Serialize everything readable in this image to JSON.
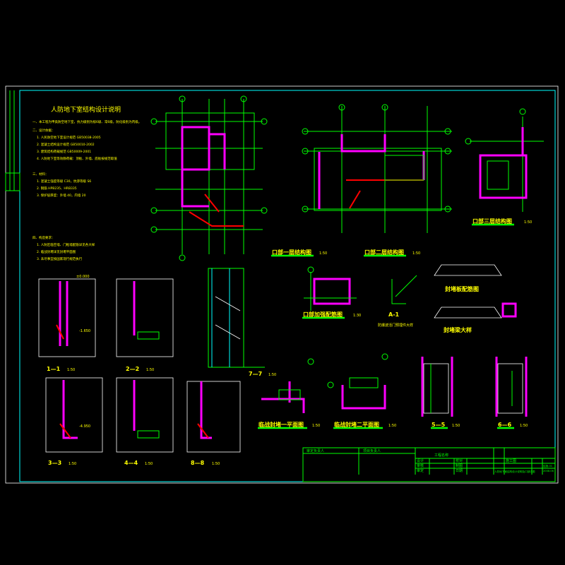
{
  "drawing": {
    "notes_title": "人防地下室结构设计说明",
    "notes": [
      "一、本工程为甲类防空地下室，抗力级别为核6级、常6级，防化级别为丙级。",
      "二、设计依据：",
      "1. 人民防空地下室设计规范 GB50038-2005",
      "2. 混凝土结构设计规范 GB50010-2002",
      "3. 建筑结构荷载规范 GB50009-2001",
      "4. 人防地下室等效静荷载：顶板、外墙、底板按规范取值",
      "三、材料：",
      "1. 混凝土强度等级 C30，抗渗等级 S6",
      "2. 钢筋 HPB235、HRB335",
      "3. 保护层厚度：外墙 40，内墙 20",
      "四、构造要求：",
      "1. 人防区临空墙、门框墙配筋详见各大样",
      "2. 临战封堵详见封堵平面图",
      "3. 未尽事宜按国家现行规范执行"
    ],
    "views": {
      "plan1": {
        "title": "口部一层结构图",
        "scale": "1:50"
      },
      "plan2": {
        "title": "口部二层结构图",
        "scale": "1:50"
      },
      "plan3": {
        "title": "口部三层结构图",
        "scale": "1:50"
      },
      "detail_plan": {
        "title": "口部加强配筋图",
        "scale": "1:30"
      },
      "detail_a": {
        "title": "A-1",
        "subtitle": "防爆波活门预埋件大样"
      },
      "detail_b": {
        "title": "封堵板配筋图"
      },
      "detail_c": {
        "title": "封堵梁大样"
      },
      "block1": {
        "title": "临战封堵一平面图",
        "scale": "1:50"
      },
      "block2": {
        "title": "临战封堵二平面图",
        "scale": "1:50"
      },
      "sec1": {
        "title": "1—1",
        "scale": "1:50"
      },
      "sec2": {
        "title": "2—2",
        "scale": "1:50"
      },
      "sec3": {
        "title": "3—3",
        "scale": "1:50"
      },
      "sec4": {
        "title": "4—4",
        "scale": "1:50"
      },
      "sec5": {
        "title": "5—5",
        "scale": "1:50"
      },
      "sec6": {
        "title": "6—6",
        "scale": "1:50"
      },
      "sec7": {
        "title": "7—7",
        "scale": "1:50"
      },
      "sec8": {
        "title": "8—8",
        "scale": "1:50"
      }
    },
    "elevations": [
      "-1.650",
      "-4.950",
      "±0.000"
    ]
  },
  "title_block": {
    "col1": "审定负责人",
    "col2": "项目负责人",
    "project": "工程名称",
    "rows": [
      [
        "设计",
        "校对"
      ],
      [
        "审核",
        "制图"
      ],
      [
        "审定",
        "日期"
      ]
    ],
    "drawing_name": "人防地下室结构设计说明及口部详图",
    "stage": "施工图",
    "drawing_no": "结施-01",
    "date": "2008.06"
  },
  "colors": {
    "axis": "#00ff00",
    "wall": "#ff00ff",
    "text": "#ffff00",
    "frame": "#00ffff"
  }
}
